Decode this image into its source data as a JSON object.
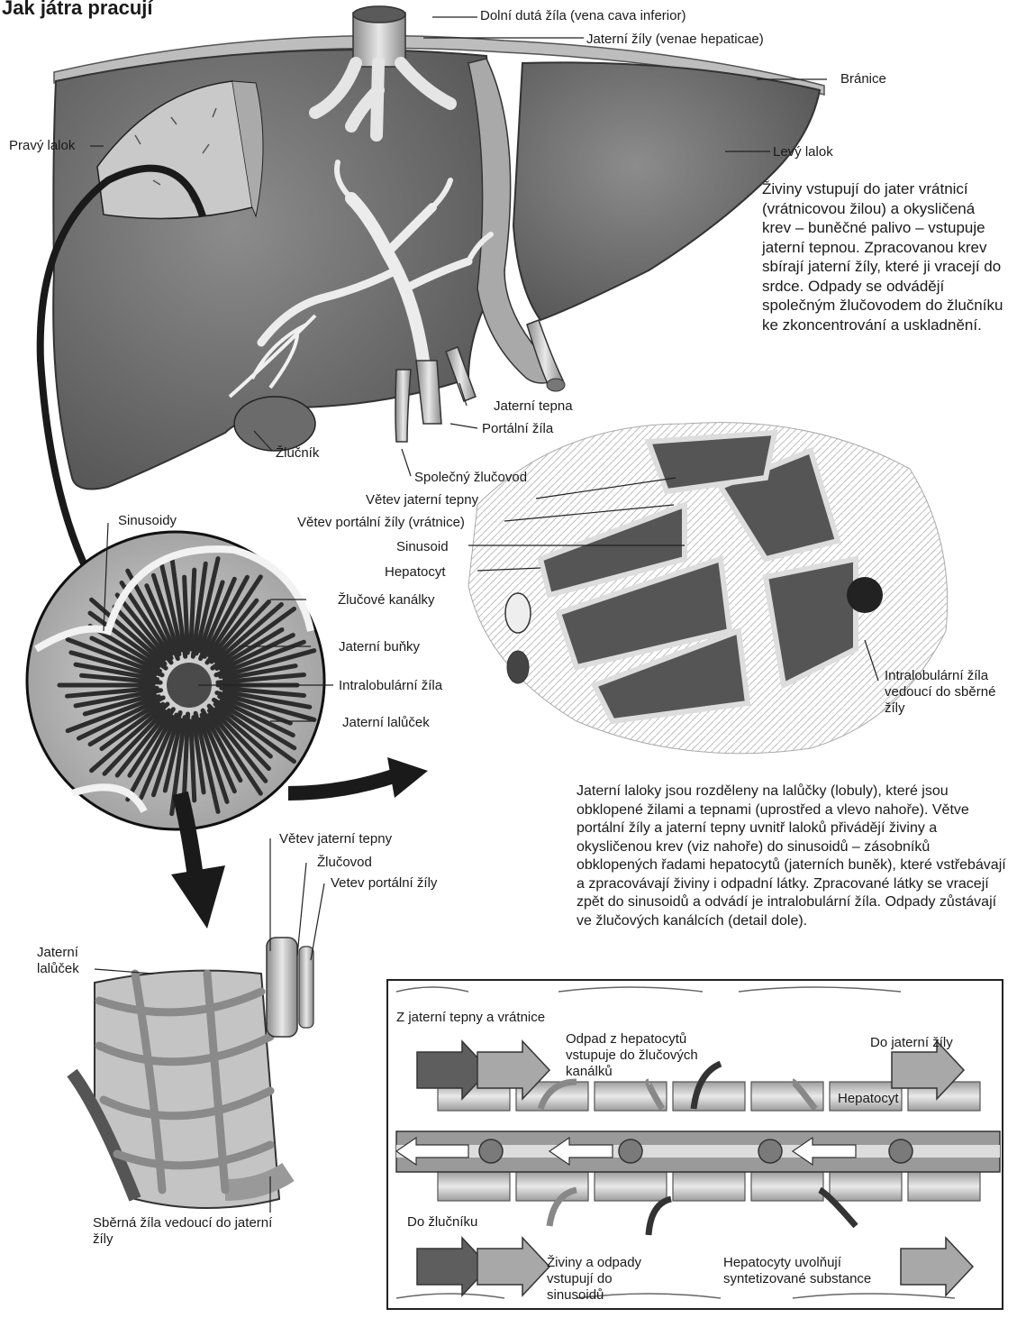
{
  "title": "Jak játra pracují",
  "labels": {
    "vena_cava": "Dolní dutá žíla (vena cava inferior)",
    "hepatic_veins": "Jaterní žíly (venae hepaticae)",
    "diaphragm": "Bránice",
    "right_lobe": "Pravý lalok",
    "left_lobe": "Levý lalok",
    "hepatic_artery": "Jaterní tepna",
    "portal_vein": "Portální žíla",
    "gallbladder": "Žlučník",
    "common_bile_duct": "Společný žlučovod",
    "artery_branch": "Větev jaterní tepny",
    "portal_branch": "Větev portální žíly (vrátnice)",
    "sinusoid": "Sinusoid",
    "hepatocyte": "Hepatocyt",
    "sinusoids": "Sinusoidy",
    "bile_canals": "Žlučové kanálky",
    "liver_cells": "Jaterní buňky",
    "intralobular_vein": "Intralobulární žíla",
    "liver_lobule": "Jaterní lalůček",
    "intralobular_to_collecting": "Intralobulární žíla vedoucí do sběrné žíly",
    "lobule_artery_branch": "Větev jaterní tepny",
    "lobule_bile_duct": "Žlučovod",
    "lobule_portal_branch": "Vetev portální žíly",
    "lobule_liver": "Jaterní lalůček",
    "collecting_vein": "Sběrná žíla vedoucí do jaterní žíly"
  },
  "paragraphs": {
    "nutrients": "Živiny vstupují do jater vrátnicí (vrátnicovou žilou) a okysličená krev – buněčné palivo – vstupuje jaterní tepnou. Zpracovanou krev sbírají jaterní žíly, které ji vracejí do srdce. Odpady se odvádějí společným žlučovodem do žlučníku ke zkoncentrování a uskladnění.",
    "lobules": "Jaterní laloky jsou rozděleny na lalůčky (lobuly), které jsou obklopené žilami a tepnami (uprostřed a vlevo nahoře). Větve portální žíly a jaterní tepny uvnitř laloků přivádějí živiny a okysličenou krev (viz nahoře) do sinusoidů – zásobníků obklopených řadami hepatocytů (jaterních buněk), které vstřebávají a zpracovávají živiny i odpadní látky. Zpracované látky se vracejí zpět do sinusoidů a odvádí je intralobulární žíla. Odpady zůstávají ve žlučových kanálcích (detail dole)."
  },
  "detail": {
    "from_artery": "Z jaterní tepny a vrátnice",
    "waste_enter": "Odpad z hepatocytů vstupuje do žlučových kanálků",
    "to_hepatic_vein": "Do jaterní žíly",
    "hepatocyte": "Hepatocyt",
    "to_gallbladder": "Do žlučníku",
    "nutrients_enter": "Živiny a odpady vstupují do sinusoidů",
    "release": "Hepatocyty uvolňují syntetizované substance"
  },
  "colors": {
    "liver_dark": "#5a5a5a",
    "liver_mid": "#7c7c7c",
    "vessel_light": "#e6e6e6",
    "arrow_dark": "#2a2a2a"
  }
}
